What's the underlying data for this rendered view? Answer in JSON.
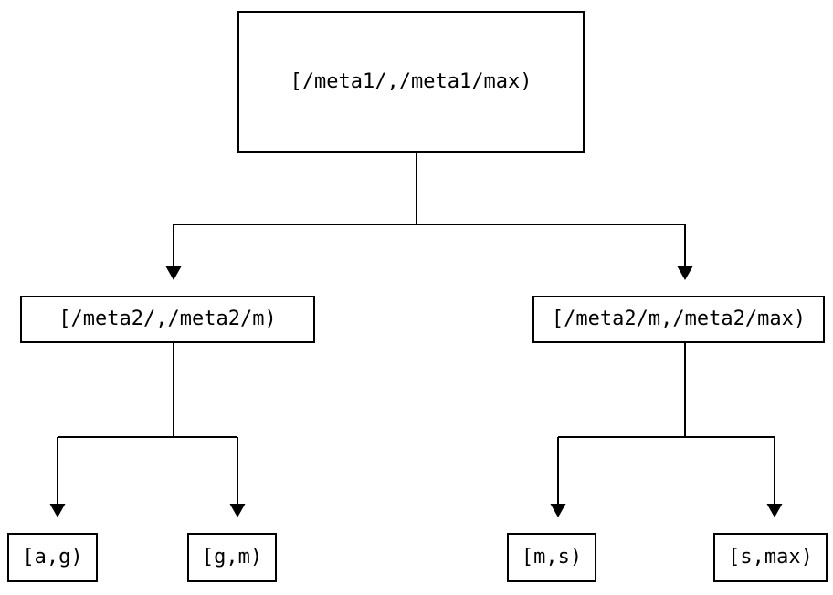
{
  "diagram": {
    "type": "binary-interval-tree",
    "background_color": "#ffffff",
    "line_color": "#000000",
    "text_color": "#000000",
    "nodes": {
      "root": {
        "label": "[/meta1/,/meta1/max)"
      },
      "left": {
        "label": "[/meta2/,/meta2/m)"
      },
      "right": {
        "label": "[/meta2/m,/meta2/max)"
      },
      "leaf_ag": {
        "label": "[a,g)"
      },
      "leaf_gm": {
        "label": "[g,m)"
      },
      "leaf_ms": {
        "label": "[m,s)"
      },
      "leaf_smax": {
        "label": "[s,max)"
      }
    },
    "edges": [
      {
        "from": "root",
        "to": "left"
      },
      {
        "from": "root",
        "to": "right"
      },
      {
        "from": "left",
        "to": "leaf_ag"
      },
      {
        "from": "left",
        "to": "leaf_gm"
      },
      {
        "from": "right",
        "to": "leaf_ms"
      },
      {
        "from": "right",
        "to": "leaf_smax"
      }
    ]
  }
}
